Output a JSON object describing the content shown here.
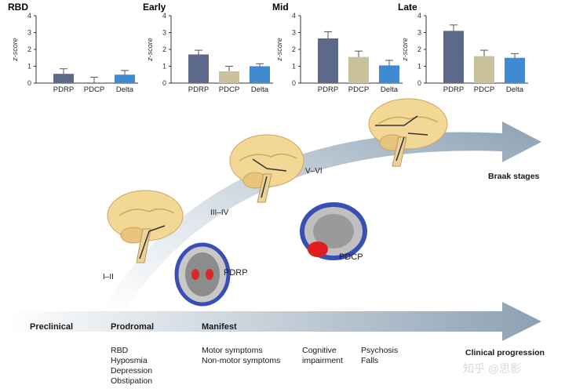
{
  "colors": {
    "PDRP": "#5a6a88",
    "PDCP": "#c9c19c",
    "Delta": "#3f8ad0",
    "arrow": "#8fa4b5",
    "brain": "#f3d794"
  },
  "chart_data": [
    {
      "type": "bar",
      "title": "RBD",
      "ylabel": "z-score",
      "ylim": [
        0,
        4
      ],
      "yticks": [
        "0",
        "1",
        "2",
        "3",
        "4"
      ],
      "categories": [
        "PDRP",
        "PDCP",
        "Delta"
      ],
      "values": [
        0.55,
        0.0,
        0.5
      ],
      "errors": [
        0.3,
        0.35,
        0.25
      ]
    },
    {
      "type": "bar",
      "title": "Early",
      "ylabel": "z-score",
      "ylim": [
        0,
        4
      ],
      "yticks": [
        "0",
        "1",
        "2",
        "3",
        "4"
      ],
      "categories": [
        "PDRP",
        "PDCP",
        "Delta"
      ],
      "values": [
        1.7,
        0.7,
        1.0
      ],
      "errors": [
        0.25,
        0.3,
        0.15
      ]
    },
    {
      "type": "bar",
      "title": "Mid",
      "ylabel": "z-score",
      "ylim": [
        0,
        4
      ],
      "yticks": [
        "0",
        "1",
        "2",
        "3",
        "4"
      ],
      "categories": [
        "PDRP",
        "PDCP",
        "Delta"
      ],
      "values": [
        2.65,
        1.55,
        1.05
      ],
      "errors": [
        0.4,
        0.35,
        0.3
      ]
    },
    {
      "type": "bar",
      "title": "Late",
      "ylabel": "z-score",
      "ylim": [
        0,
        4
      ],
      "yticks": [
        "0",
        "1",
        "2",
        "3",
        "4"
      ],
      "categories": [
        "PDRP",
        "PDCP",
        "Delta"
      ],
      "values": [
        3.1,
        1.6,
        1.5
      ],
      "errors": [
        0.35,
        0.35,
        0.25
      ]
    }
  ],
  "stages": [
    "I–II",
    "III–IV",
    "V–VI"
  ],
  "braak_label": "Braak stages",
  "clinical_label": "Clinical progression",
  "brain_labels": {
    "pdrp": "PDRP",
    "pdcp": "PDCP"
  },
  "phases": {
    "preclinical": "Preclinical",
    "prodromal": "Prodromal",
    "manifest": "Manifest"
  },
  "prodromal_items": [
    "RBD",
    "Hyposmia",
    "Depression",
    "Obstipation"
  ],
  "manifest_items": [
    "Motor symptoms",
    "Non-motor symptoms"
  ],
  "cognitive_items": [
    "Cognitive",
    "impairment"
  ],
  "psychosis_items": [
    "Psychosis",
    "Falls"
  ],
  "watermark": "知乎 @思影"
}
